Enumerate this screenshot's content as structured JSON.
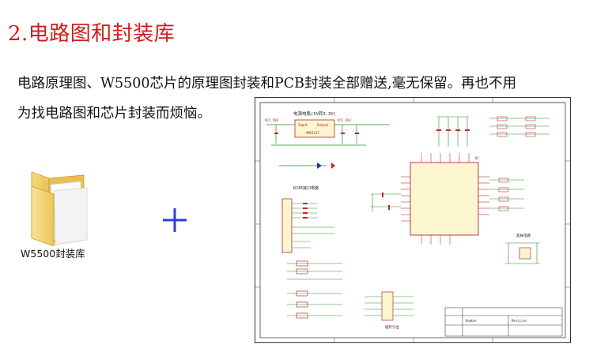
{
  "title": "2.电路图和封装库",
  "intro_line1": "电路原理图、W5500芯片的原理图封装和PCB封装全部赠送,毫无保留。再也不用",
  "intro_line2": "为找电路图和芯片封装而烦恼。",
  "folder": {
    "label": "W5500封装库",
    "icon": "folder-icon"
  },
  "plus_icon": "plus-icon",
  "plus_color": "#2d3fd6",
  "heading_color": "#d21b1b",
  "schematic": {
    "power_title": "电源电路(5V转3.3V)",
    "rj45_title": "RJ45接口电路",
    "mcu_label": "U1",
    "debug_title": "插针引出",
    "crystal_title": "晶振电路",
    "net_vcc": "VCC_3V3",
    "net_vcc5": "VCC_5V0",
    "ldo_input": "Input",
    "ldo_output": "Output",
    "ldo_part": "AMS1117",
    "title_block_number": "Number",
    "title_block_revision": "Revision"
  }
}
